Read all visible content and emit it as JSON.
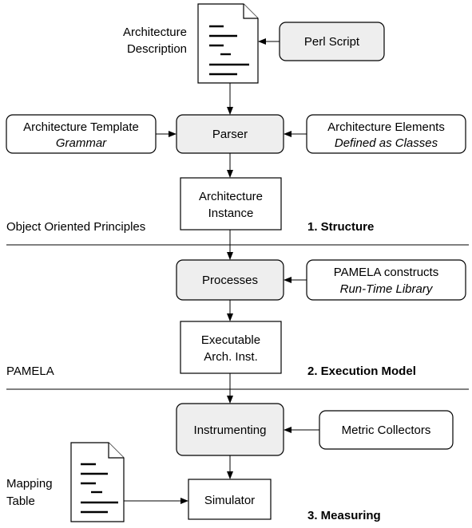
{
  "nodes": {
    "arch_description": {
      "line1": "Architecture",
      "line2": "Description"
    },
    "perl_script": "Perl Script",
    "arch_template": {
      "line1": "Architecture Template",
      "line2": "Grammar"
    },
    "parser": "Parser",
    "arch_elements": {
      "line1": "Architecture Elements",
      "line2": "Defined as Classes"
    },
    "arch_instance": {
      "line1": "Architecture",
      "line2": "Instance"
    },
    "processes": "Processes",
    "pamela_constructs": {
      "line1": "PAMELA constructs",
      "line2": "Run-Time Library"
    },
    "executable": {
      "line1": "Executable",
      "line2": "Arch. Inst."
    },
    "instrumenting": "Instrumenting",
    "metric_collectors": "Metric Collectors",
    "mapping_table": {
      "line1": "Mapping",
      "line2": "Table"
    },
    "simulator": "Simulator"
  },
  "sections": {
    "structure": {
      "left": "Object Oriented Principles",
      "right": "1. Structure"
    },
    "execution": {
      "left": "PAMELA",
      "right": "2. Execution Model"
    },
    "measuring": {
      "right": "3. Measuring"
    }
  }
}
